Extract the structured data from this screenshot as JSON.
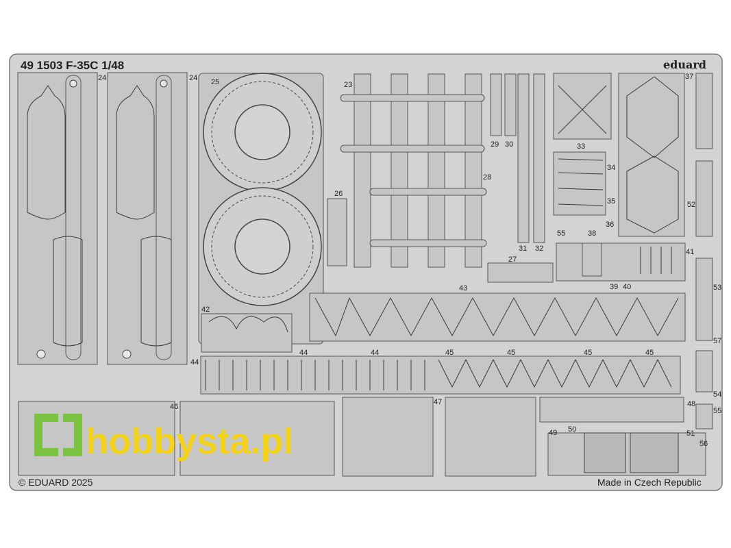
{
  "sheet": {
    "title": "49 1503 F-35C 1/48",
    "brand": "eduard",
    "copyright": "© EDUARD 2025",
    "origin": "Made in Czech Republic",
    "watermark": "hobbysta.pl"
  },
  "part_numbers": [
    "24",
    "24",
    "25",
    "23",
    "26",
    "27",
    "28",
    "29",
    "30",
    "31",
    "32",
    "33",
    "34",
    "35",
    "36",
    "37",
    "38",
    "39",
    "40",
    "41",
    "42",
    "43",
    "44",
    "44",
    "44",
    "45",
    "45",
    "45",
    "45",
    "46",
    "47",
    "48",
    "49",
    "50",
    "51",
    "52",
    "53",
    "54",
    "55",
    "55",
    "56",
    "57"
  ],
  "colors": {
    "fret": "#d3d3d3",
    "watermark": "#f2d21a",
    "watermark_logo": "#7cc242"
  }
}
